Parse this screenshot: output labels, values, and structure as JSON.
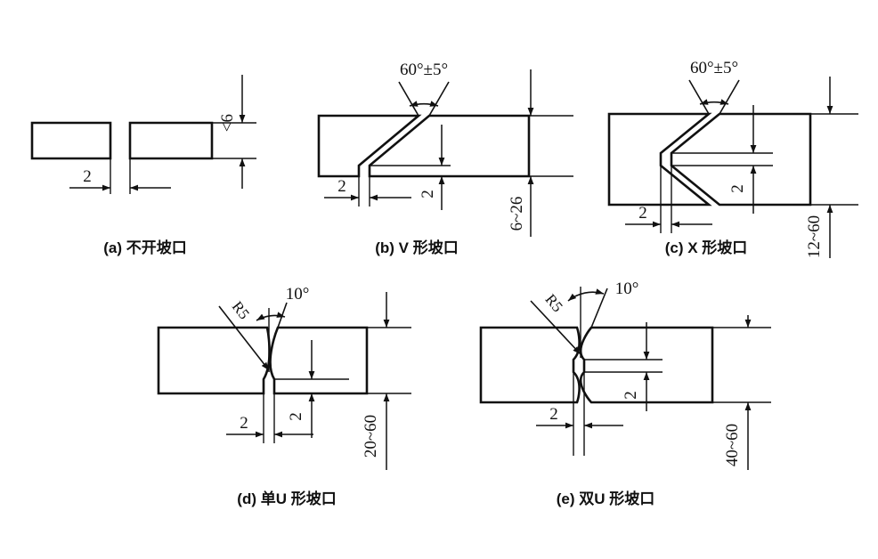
{
  "figure": {
    "title": "Welding groove preparation types",
    "background_color": "#ffffff",
    "line_color": "#111111"
  },
  "panels": [
    {
      "id": "a",
      "caption": "(a) 不开坡口",
      "type": "square-butt",
      "dims": {
        "root_gap": "2",
        "thickness": "<6"
      }
    },
    {
      "id": "b",
      "caption": "(b) V 形坡口",
      "type": "single-v-groove",
      "dims": {
        "angle": "60°±5°",
        "root_gap": "2",
        "root_face": "2",
        "thickness": "6~26"
      }
    },
    {
      "id": "c",
      "caption": "(c) X 形坡口",
      "type": "double-v-groove",
      "dims": {
        "angle": "60°±5°",
        "root_gap": "2",
        "root_face": "2",
        "thickness": "12~60"
      }
    },
    {
      "id": "d",
      "caption": "(d) 单U 形坡口",
      "type": "single-u-groove",
      "dims": {
        "radius": "R5",
        "angle": "10°",
        "root_gap": "2",
        "root_face": "2",
        "thickness": "20~60"
      }
    },
    {
      "id": "e",
      "caption": "(e) 双U 形坡口",
      "type": "double-u-groove",
      "dims": {
        "radius": "R5",
        "angle": "10°",
        "root_gap": "2",
        "root_face": "2",
        "thickness": "40~60"
      }
    }
  ]
}
